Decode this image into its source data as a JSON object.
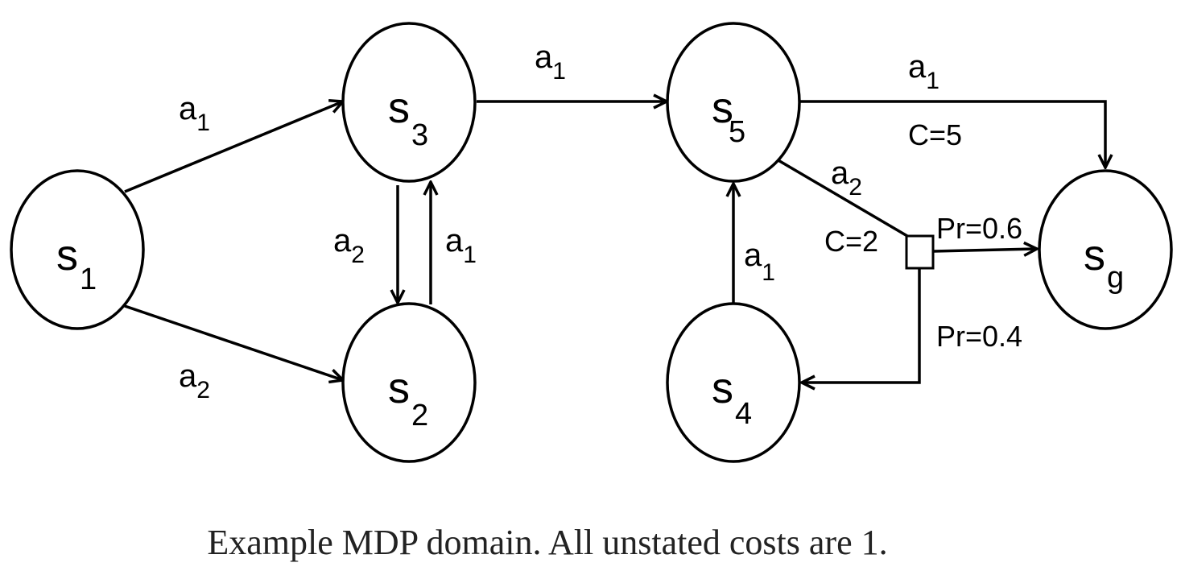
{
  "nodes": {
    "s1": {
      "base": "s",
      "sub": "1"
    },
    "s2": {
      "base": "s",
      "sub": "2"
    },
    "s3": {
      "base": "s",
      "sub": "3"
    },
    "s4": {
      "base": "s",
      "sub": "4"
    },
    "s5": {
      "base": "s",
      "sub": "5"
    },
    "sg": {
      "base": "s",
      "sub": "g"
    }
  },
  "edges": {
    "s1_s3": {
      "base": "a",
      "sub": "1"
    },
    "s1_s2": {
      "base": "a",
      "sub": "2"
    },
    "s3_s2": {
      "base": "a",
      "sub": "2"
    },
    "s2_s3": {
      "base": "a",
      "sub": "1"
    },
    "s3_s5": {
      "base": "a",
      "sub": "1"
    },
    "s5_sg": {
      "base": "a",
      "sub": "1",
      "cost": "C=5"
    },
    "s4_s5": {
      "base": "a",
      "sub": "1"
    },
    "s5_chance": {
      "base": "a",
      "sub": "2",
      "cost": "C=2"
    },
    "chance_sg": {
      "prob": "Pr=0.6"
    },
    "chance_s4": {
      "prob": "Pr=0.4"
    }
  },
  "caption": "Example MDP domain. All unstated costs are 1."
}
